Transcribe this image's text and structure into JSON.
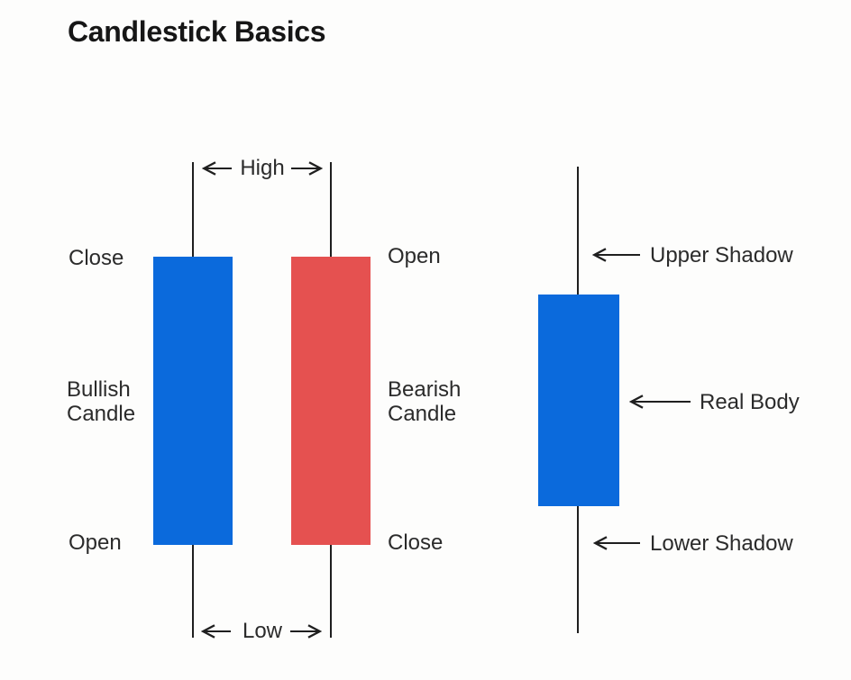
{
  "title": "Candlestick Basics",
  "colors": {
    "bullish": "#0b6adc",
    "bearish": "#e55150",
    "line": "#1f1f1f",
    "text": "#2b2b2b",
    "background": "#fdfdfc"
  },
  "left_diagram": {
    "high_label": "High",
    "low_label": "Low",
    "bullish_candle": {
      "top_label": "Close",
      "name": "Bullish Candle",
      "bottom_label": "Open"
    },
    "bearish_candle": {
      "top_label": "Open",
      "name": "Bearish Candle",
      "bottom_label": "Close"
    }
  },
  "right_diagram": {
    "upper_shadow_label": "Upper Shadow",
    "real_body_label": "Real Body",
    "lower_shadow_label": "Lower Shadow"
  }
}
